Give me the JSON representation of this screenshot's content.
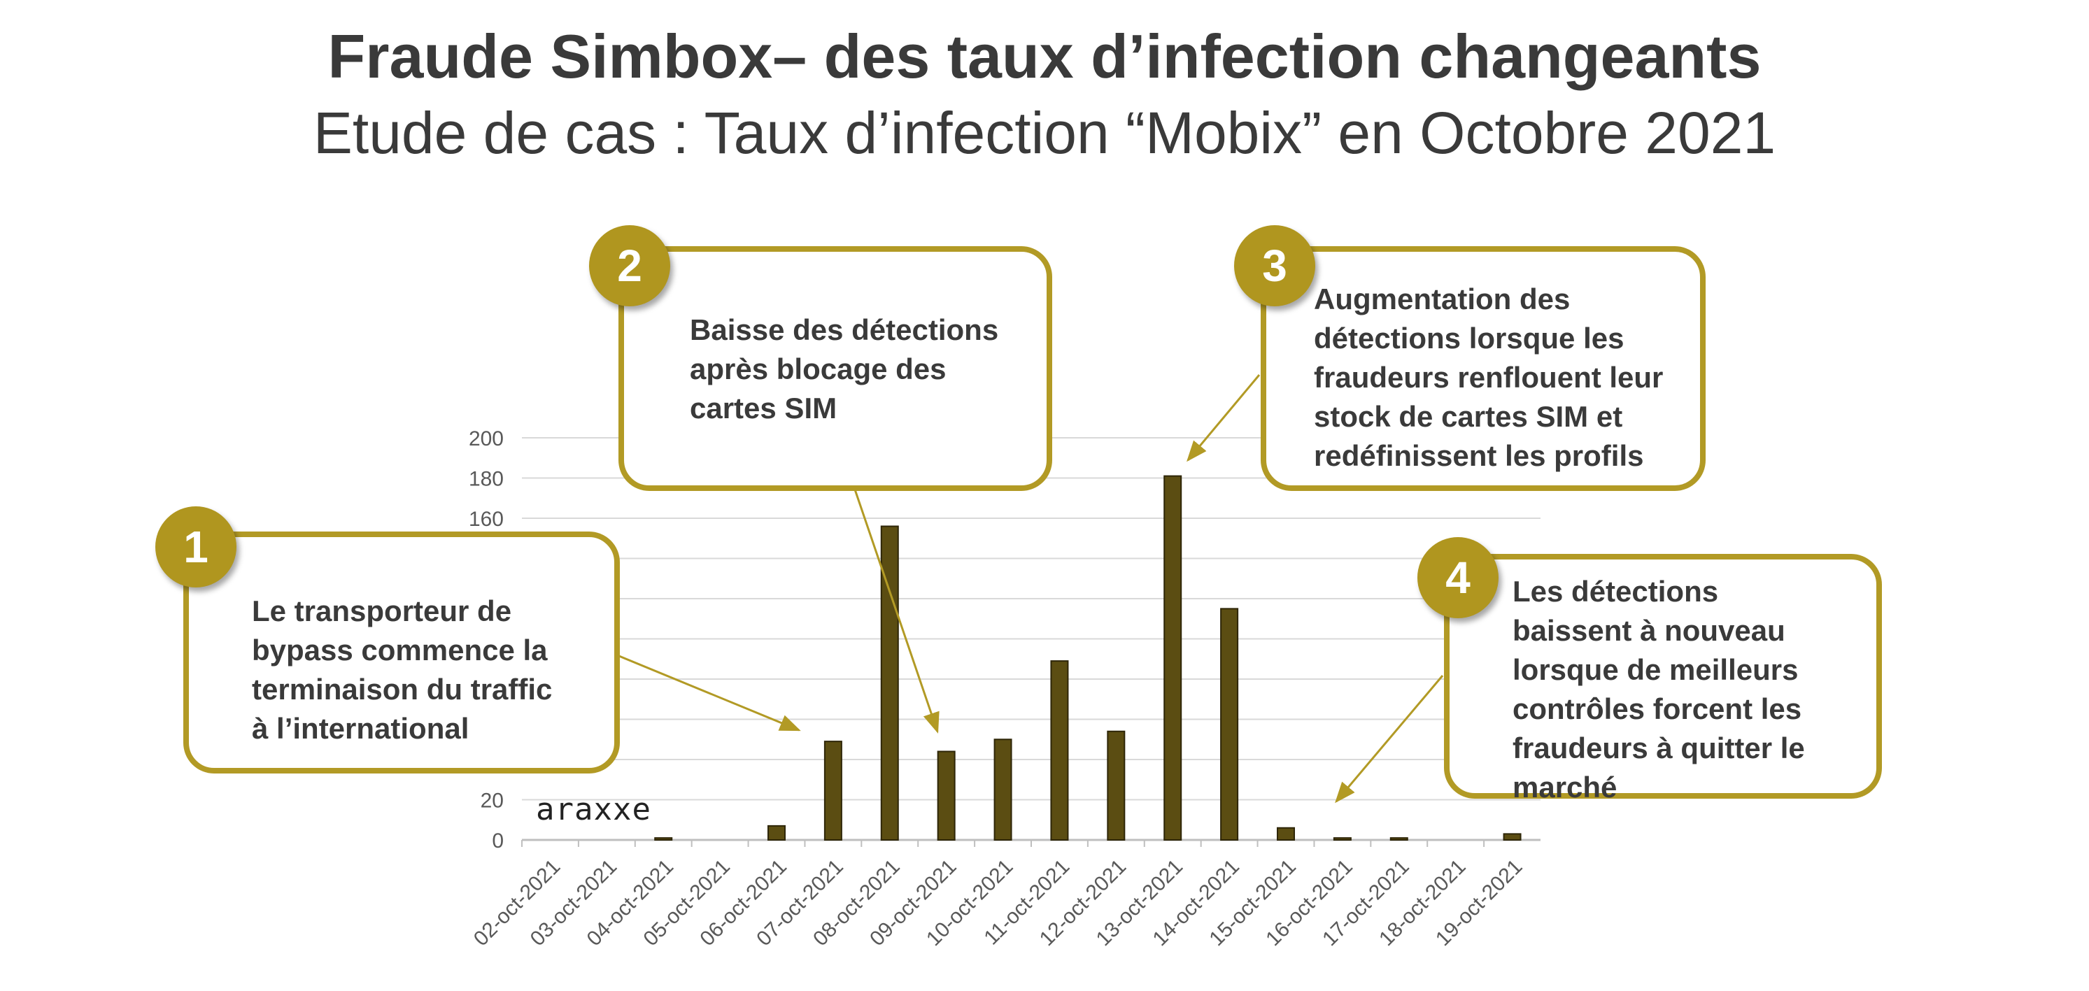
{
  "title": "Fraude Simbox–  des taux d’infection changeants",
  "subtitle": "Etude de cas : Taux d’infection “Mobix” en Octobre 2021",
  "logo_text": "araxxe",
  "colors": {
    "bar": "#5b4d12",
    "bar_stroke": "#2e2608",
    "accent": "#b29a25",
    "grid": "#d9d9d9",
    "text": "#3a3a3a"
  },
  "callouts": [
    {
      "number": "1",
      "lines": [
        "Le transporteur de",
        "bypass commence la",
        "terminaison du traffic",
        "à l’international"
      ]
    },
    {
      "number": "2",
      "lines": [
        "Baisse des détections",
        "après blocage des",
        "cartes SIM"
      ]
    },
    {
      "number": "3",
      "lines": [
        "Augmentation des",
        "détections lorsque les",
        "fraudeurs renflouent leur",
        "stock de cartes SIM et",
        "redéfinissent les profils"
      ]
    },
    {
      "number": "4",
      "lines": [
        "Les détections",
        "baissent à nouveau",
        "lorsque de meilleurs",
        "contrôles forcent les",
        "fraudeurs à quitter le",
        "marché"
      ]
    }
  ],
  "chart_data": {
    "type": "bar",
    "categories": [
      "02-oct-2021",
      "03-oct-2021",
      "04-oct-2021",
      "05-oct-2021",
      "06-oct-2021",
      "07-oct-2021",
      "08-oct-2021",
      "09-oct-2021",
      "10-oct-2021",
      "11-oct-2021",
      "12-oct-2021",
      "13-oct-2021",
      "14-oct-2021",
      "15-oct-2021",
      "16-oct-2021",
      "17-oct-2021",
      "18-oct-2021",
      "19-oct-2021"
    ],
    "values": [
      0,
      0,
      1,
      0,
      7,
      49,
      156,
      44,
      50,
      89,
      54,
      181,
      115,
      6,
      1,
      1,
      0,
      3
    ],
    "ylim": [
      0,
      200
    ],
    "yticks": [
      0,
      20,
      40,
      60,
      80,
      100,
      120,
      140,
      160,
      180,
      200
    ],
    "grid": true,
    "title": "",
    "xlabel": "",
    "ylabel": ""
  }
}
